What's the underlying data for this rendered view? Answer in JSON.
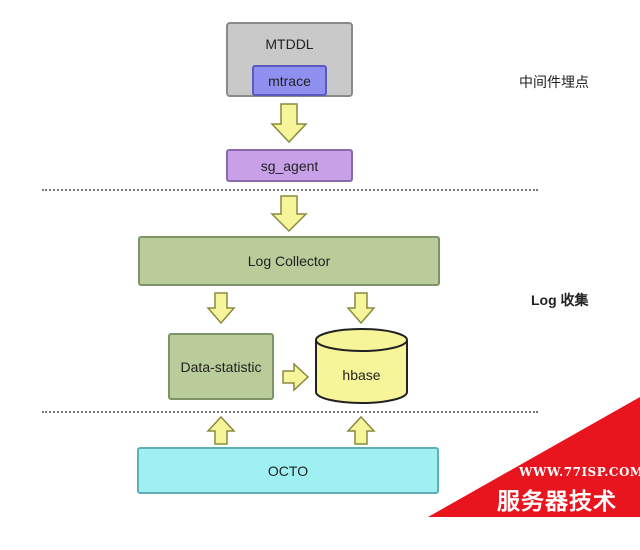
{
  "nodes": {
    "mtddl": "MTDDL",
    "mtrace": "mtrace",
    "sg_agent": "sg_agent",
    "log_collector": "Log Collector",
    "data_statistic": "Data-statistic",
    "hbase": "hbase",
    "octo": "OCTO"
  },
  "side_labels": {
    "middleware": "中间件埋点",
    "log_collection": "Log 收集"
  },
  "watermark": {
    "url": "WWW.77ISP.COM",
    "title": "服务器技术网"
  },
  "colors": {
    "arrow_fill": "#f6f59a",
    "arrow_stroke": "#8a8a40",
    "watermark_red": "#e8141e"
  }
}
